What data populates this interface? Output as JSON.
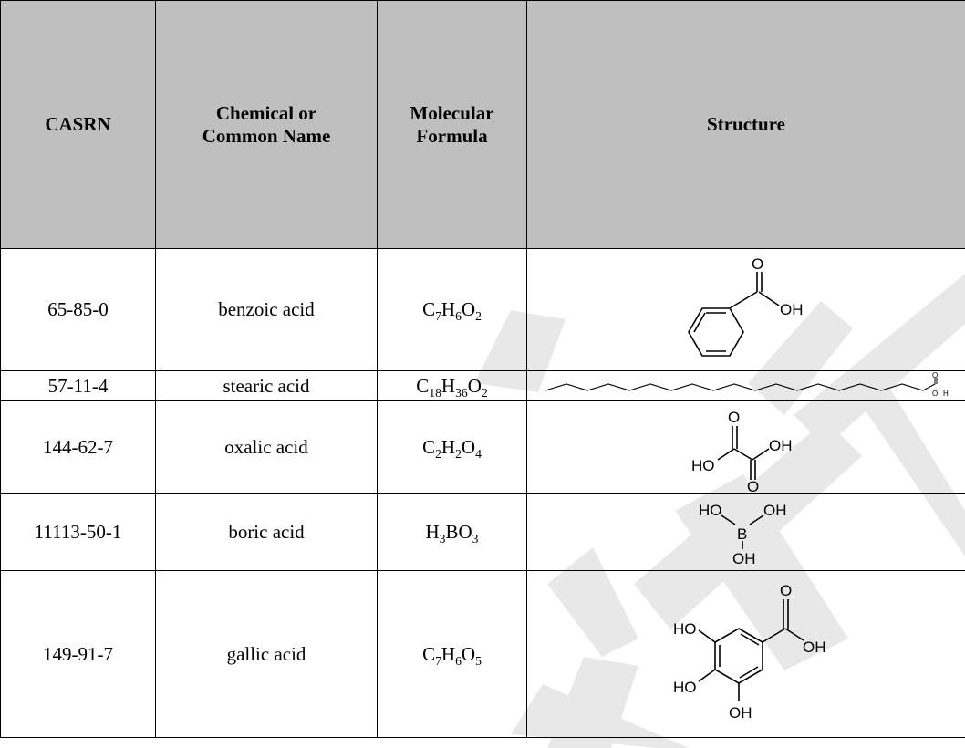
{
  "table": {
    "headers": [
      "CASRN",
      "Chemical or",
      "Common Name",
      "Molecular",
      "Formula",
      "Structure"
    ],
    "rows": [
      {
        "casrn": "65-85-0",
        "name": "benzoic acid",
        "formula": [
          [
            "C",
            "7"
          ],
          [
            "H",
            "6"
          ],
          [
            "O",
            "2"
          ]
        ]
      },
      {
        "casrn": "57-11-4",
        "name": "stearic acid",
        "formula": [
          [
            "C",
            "18"
          ],
          [
            "H",
            "36"
          ],
          [
            "O",
            "2"
          ]
        ]
      },
      {
        "casrn": "144-62-7",
        "name": "oxalic acid",
        "formula": [
          [
            "C",
            "2"
          ],
          [
            "H",
            "2"
          ],
          [
            "O",
            "4"
          ]
        ]
      },
      {
        "casrn": "11113-50-1",
        "name": "boric acid",
        "formula": [
          [
            "H",
            "3"
          ],
          [
            "BO",
            "3"
          ]
        ]
      },
      {
        "casrn": "149-91-7",
        "name": "gallic acid",
        "formula": [
          [
            "C",
            "7"
          ],
          [
            "H",
            "6"
          ],
          [
            "O",
            "5"
          ]
        ]
      }
    ]
  },
  "structures": {
    "atom_O": "O",
    "atom_OH": "OH",
    "atom_HO": "HO",
    "atom_B": "B",
    "atom_H": "H"
  },
  "colors": {
    "header_bg": "#bfbfbf",
    "watermark": "#e8e8e8"
  }
}
